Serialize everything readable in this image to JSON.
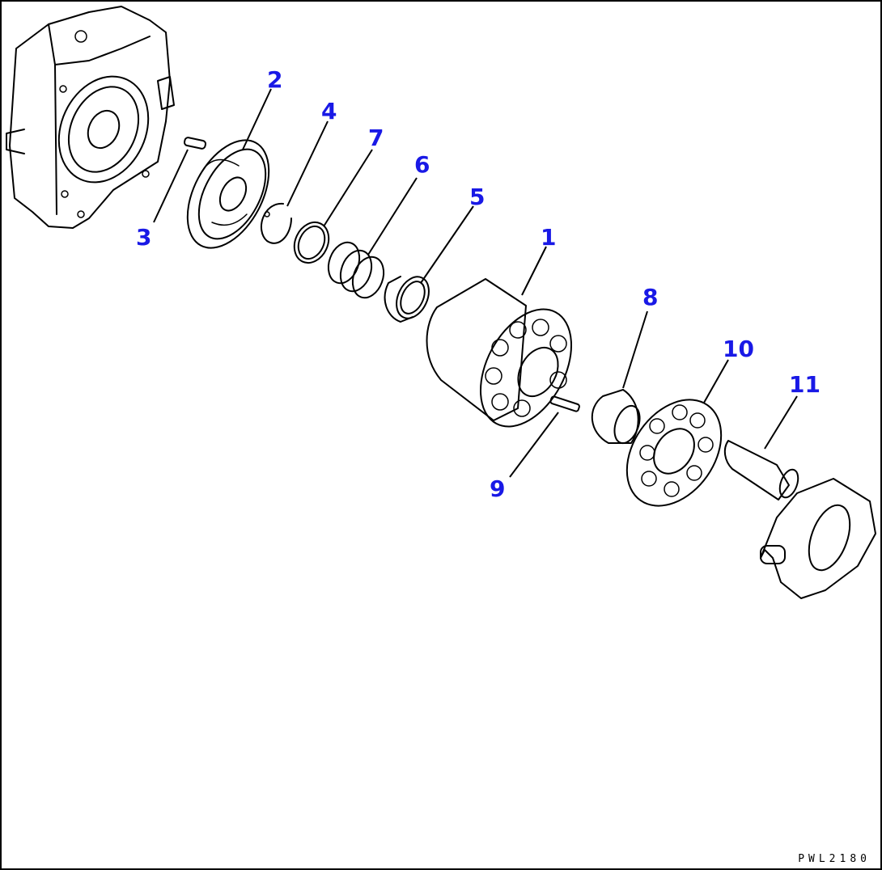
{
  "diagram": {
    "callouts": [
      {
        "id": "1",
        "label": "1"
      },
      {
        "id": "2",
        "label": "2"
      },
      {
        "id": "3",
        "label": "3"
      },
      {
        "id": "4",
        "label": "4"
      },
      {
        "id": "5",
        "label": "5"
      },
      {
        "id": "6",
        "label": "6"
      },
      {
        "id": "7",
        "label": "7"
      },
      {
        "id": "8",
        "label": "8"
      },
      {
        "id": "9",
        "label": "9"
      },
      {
        "id": "10",
        "label": "10"
      },
      {
        "id": "11",
        "label": "11"
      }
    ],
    "drawing_code": "PWL2180",
    "colors": {
      "callout": "#1919e6",
      "line": "#000000",
      "background": "#ffffff"
    }
  }
}
